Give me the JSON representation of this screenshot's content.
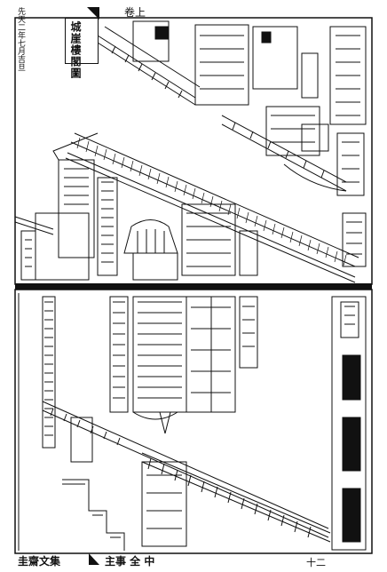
{
  "book": {
    "top_margin_text": "先天二年七月吉旦",
    "top_right_text": "卷上",
    "bottom_left_text": "圭齋文集",
    "bottom_mid_text": "主事 全 中",
    "bottom_right_text": "十二"
  },
  "illustration": {
    "title_label": "城崖樓閣圖"
  },
  "colors": {
    "ink": "#111111",
    "paper": "#ffffff",
    "rule": "#000000"
  }
}
